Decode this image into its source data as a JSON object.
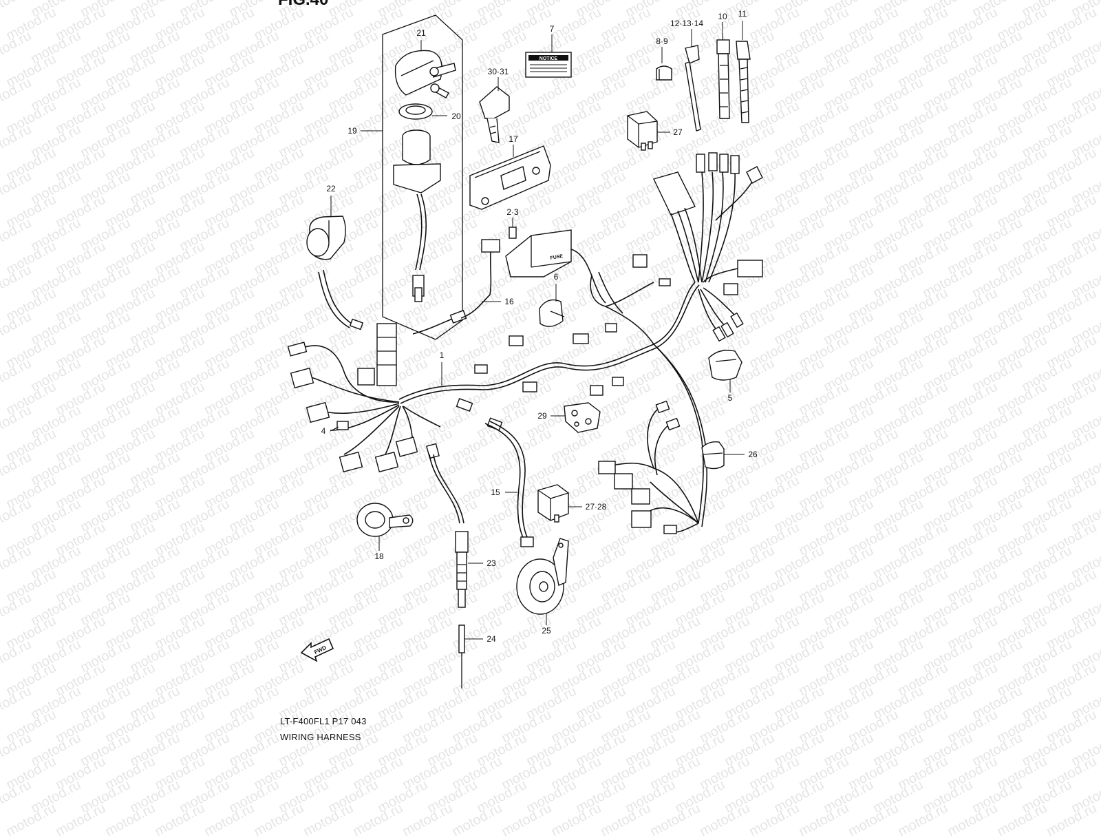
{
  "figure": {
    "title_fragment": "FIG.40",
    "model_code": "LT-F400FL1 P17  043",
    "caption": "WIRING HARNESS",
    "watermark_text": "motod.ru",
    "direction_marker": "FWD"
  },
  "notice_label": "NOTICE",
  "fuse_label": "FUSE",
  "callouts": [
    {
      "id": "c21",
      "label": "21"
    },
    {
      "id": "c20",
      "label": "20"
    },
    {
      "id": "c19",
      "label": "19"
    },
    {
      "id": "c22",
      "label": "22"
    },
    {
      "id": "c7",
      "label": "7"
    },
    {
      "id": "c30-31",
      "label": "30·31"
    },
    {
      "id": "c17",
      "label": "17"
    },
    {
      "id": "c2-3",
      "label": "2·3"
    },
    {
      "id": "c16",
      "label": "16"
    },
    {
      "id": "c6",
      "label": "6"
    },
    {
      "id": "c1",
      "label": "1"
    },
    {
      "id": "c4",
      "label": "4"
    },
    {
      "id": "c29",
      "label": "29"
    },
    {
      "id": "c15",
      "label": "15"
    },
    {
      "id": "c27-28",
      "label": "27·28"
    },
    {
      "id": "c18",
      "label": "18"
    },
    {
      "id": "c23",
      "label": "23"
    },
    {
      "id": "c24",
      "label": "24"
    },
    {
      "id": "c25",
      "label": "25"
    },
    {
      "id": "c12-13-14",
      "label": "12·13·14"
    },
    {
      "id": "c8-9",
      "label": "8·9"
    },
    {
      "id": "c10",
      "label": "10"
    },
    {
      "id": "c11",
      "label": "11"
    },
    {
      "id": "c27",
      "label": "27"
    },
    {
      "id": "c5",
      "label": "5"
    },
    {
      "id": "c26",
      "label": "26"
    }
  ]
}
